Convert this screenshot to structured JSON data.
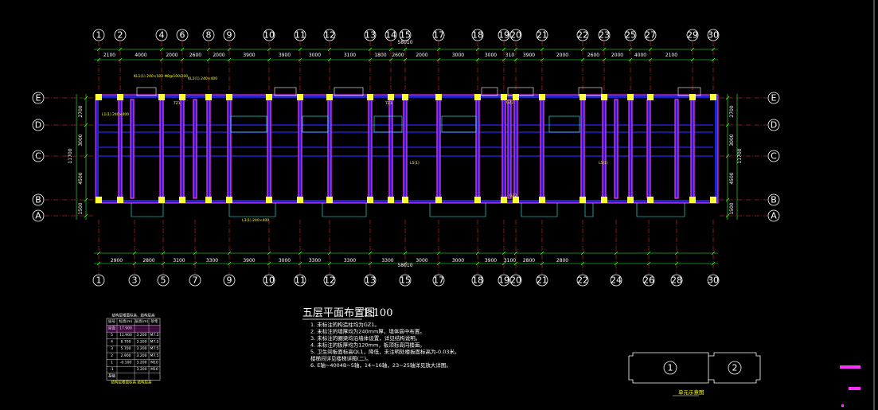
{
  "plan": {
    "title": "五层平面布置图",
    "scale": "1:100",
    "overall_dim": "58010",
    "notes": [
      "1. 未标注的构造柱均为GZ1。",
      "2. 未标注的墙厚均为240mm厚，墙体居中布置。",
      "3. 未标注的圈梁均沿墙体设置，详见结构说明。",
      "4. 未标注的板厚均为120mm，板顶标高同楼面。",
      "5. 卫生间板面标高QL1，降低，未注明处楼板面标高为-0.03米。",
      "   楼梯间详见楼梯详图(二)。",
      "6. E轴~4004B~5轴，14~16轴，23~25轴详见放大详图。"
    ]
  },
  "axes": {
    "top": [
      "1",
      "2",
      "4",
      "6",
      "8",
      "9",
      "10",
      "11",
      "12",
      "13",
      "14",
      "15",
      "17",
      "18",
      "19",
      "20",
      "21",
      "22",
      "23",
      "25",
      "27",
      "29",
      "30"
    ],
    "bottom": [
      "1",
      "3",
      "5",
      "7",
      "9",
      "10",
      "11",
      "12",
      "13",
      "15",
      "17",
      "18",
      "19",
      "20",
      "21",
      "22",
      "24",
      "26",
      "28",
      "30"
    ],
    "rows": [
      "E",
      "D",
      "C",
      "B",
      "A"
    ]
  },
  "dims": {
    "top": [
      "2100",
      "4000",
      "2000",
      "2600",
      "2000",
      "3900",
      "3900",
      "3000",
      "3100",
      "1800",
      "2600",
      "2000",
      "3000",
      "3000",
      "310",
      "3900",
      "2000",
      "2600",
      "2000",
      "4000",
      "2100"
    ],
    "bottom": [
      "2900",
      "2800",
      "3100",
      "3300",
      "3900",
      "3000",
      "3300",
      "3300",
      "3300",
      "3000",
      "3000",
      "3900",
      "3100",
      "2800",
      "2800"
    ],
    "side": [
      "2700",
      "3000",
      "4500",
      "1500"
    ],
    "side_total": "11700"
  },
  "tags": [
    "KL1(1) 240×500 Φ8@100/200",
    "KL2(1) 240×400",
    "L1(1) 240×400",
    "TZ1",
    "TZ1",
    "GZ2",
    "GZ2",
    "L3(1) 240×400",
    "L5(1)",
    "L5(1)"
  ],
  "floor_table": {
    "title": "结构层楼面标高、结构层高",
    "headers": [
      "层号",
      "标高(m)",
      "层高(m)",
      "砂浆"
    ],
    "rows": [
      [
        "屋面",
        "17.900",
        "",
        ""
      ],
      [
        "5",
        "11.900",
        "3.200",
        "M7.5"
      ],
      [
        "4",
        "8.700",
        "3.200",
        "M7.5"
      ],
      [
        "3",
        "5.700",
        "3.200",
        "M7.5"
      ],
      [
        "2",
        "2.900",
        "3.200",
        "M7.5"
      ],
      [
        "1",
        "-0.100",
        "3.200",
        "M10"
      ],
      [
        "-1",
        "",
        "3.200",
        "M10"
      ],
      [
        "基础",
        "",
        "",
        ""
      ]
    ],
    "caption": "结构层楼面标高 结构层高"
  },
  "key_plan": {
    "labels": [
      "1",
      "2"
    ],
    "caption": "单元示意图"
  },
  "colors": {
    "wall": "#ff33ff",
    "fill": "#2222cc",
    "dim": "#33ff33",
    "axis_line": "#ff3333",
    "tag": "#ffff33",
    "cyan": "#33ffff"
  }
}
